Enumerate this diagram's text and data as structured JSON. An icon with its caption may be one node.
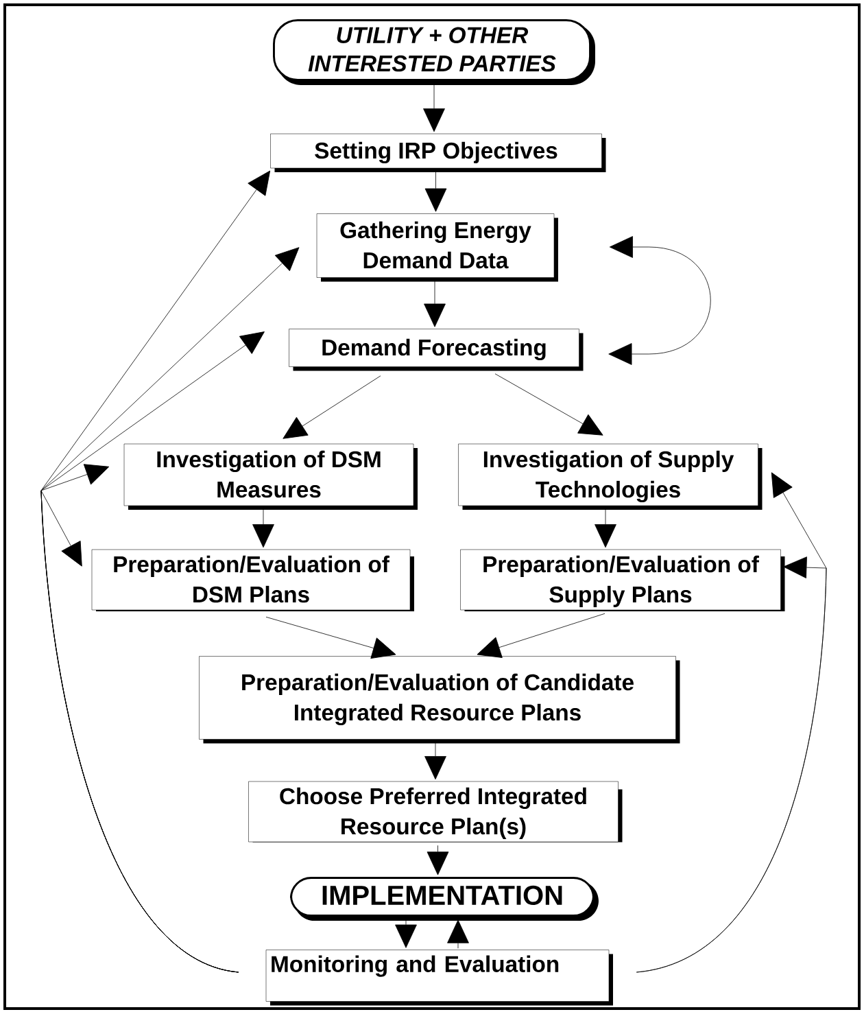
{
  "diagram": {
    "nodes": [
      {
        "text": [
          "UTILITY + OTHER INTERESTED PARTIES"
        ]
      },
      {
        "text": [
          "Setting IRP Objectives"
        ]
      },
      {
        "text": [
          "Gathering Energy Demand Data"
        ]
      },
      {
        "text": [
          "Demand Forecasting"
        ]
      },
      {
        "text": [
          "Investigation of DSM Measures"
        ]
      },
      {
        "text": [
          "Investigation of Supply Technologies"
        ]
      },
      {
        "text": [
          "Preparation/Evaluation of DSM Plans"
        ]
      },
      {
        "text": [
          "Preparation/Evaluation of Supply Plans"
        ]
      },
      {
        "text": [
          "Preparation/Evaluation of Candidate Integrated Resource Plans"
        ]
      },
      {
        "text": [
          "Choose Preferred Integrated Resource Plan(s)"
        ]
      },
      {
        "text": [
          "IMPLEMENTATION"
        ]
      },
      {
        "text": [
          "Monitoring and Evaluation"
        ]
      }
    ],
    "edges": [
      {
        "from": 0,
        "to": 1,
        "arrow": "to"
      },
      {
        "from": 1,
        "to": 2,
        "arrow": "to"
      },
      {
        "from": 2,
        "to": 3,
        "arrow": "to"
      },
      {
        "from": 3,
        "to": 4,
        "arrow": "to"
      },
      {
        "from": 3,
        "to": 5,
        "arrow": "to"
      },
      {
        "from": 4,
        "to": 6,
        "arrow": "to"
      },
      {
        "from": 5,
        "to": 7,
        "arrow": "to"
      },
      {
        "from": 6,
        "to": 8,
        "arrow": "to"
      },
      {
        "from": 7,
        "to": 8,
        "arrow": "to"
      },
      {
        "from": 8,
        "to": 9,
        "arrow": "to"
      },
      {
        "from": 9,
        "to": 10,
        "arrow": "to"
      },
      {
        "from": 10,
        "to": 11,
        "arrow": "to"
      },
      {
        "from": 11,
        "to": 10,
        "arrow": "to"
      },
      {
        "from": 2,
        "to": 3,
        "arrow": "both"
      },
      {
        "from": 11,
        "to": 1,
        "arrow": "to"
      },
      {
        "from": 11,
        "to": 2,
        "arrow": "to"
      },
      {
        "from": 11,
        "to": 3,
        "arrow": "to"
      },
      {
        "from": 11,
        "to": 4,
        "arrow": "to"
      },
      {
        "from": 11,
        "to": 6,
        "arrow": "to"
      },
      {
        "from": 11,
        "to": 7,
        "arrow": "to"
      },
      {
        "from": 11,
        "to": 5,
        "arrow": "to"
      }
    ]
  }
}
